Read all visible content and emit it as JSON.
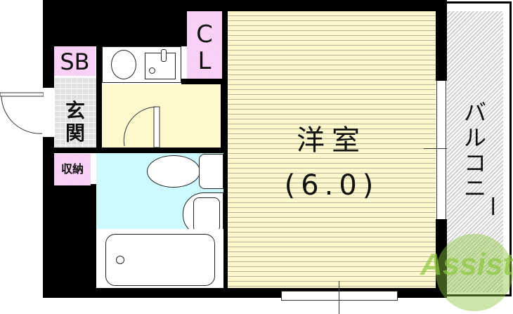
{
  "floorplan": {
    "rooms": {
      "shoe_box": {
        "label": "SB"
      },
      "closet": {
        "label_line1": "C",
        "label_line2": "L"
      },
      "entrance": {
        "label_line1": "玄",
        "label_line2": "関"
      },
      "storage": {
        "label": "収納"
      },
      "western_room": {
        "label": "洋室",
        "size": "(6.0)"
      },
      "balcony": {
        "label_chars": [
          "バ",
          "ル",
          "コ",
          "ニ",
          "ー"
        ]
      }
    },
    "watermark": {
      "text": "Assist",
      "color": "#8dc63f"
    },
    "colors": {
      "wall": "#000000",
      "closet_fill": "#f9ccf5",
      "room_fill": "#fdf9cc",
      "bath_fill": "#ccfaff",
      "balcony_fill": "#dcdcdc"
    }
  }
}
